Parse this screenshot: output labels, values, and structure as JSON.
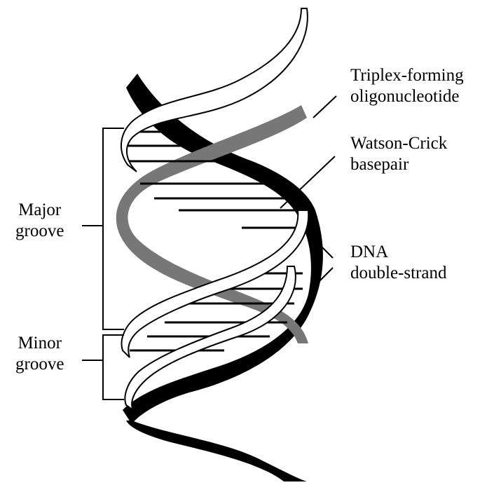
{
  "labels": {
    "triplex": {
      "line1": "Triplex-forming",
      "line2": "oligonucleotide"
    },
    "watson_crick": {
      "line1": "Watson-Crick",
      "line2": "basepair"
    },
    "major_groove": {
      "line1": "Major",
      "line2": "groove"
    },
    "dna": {
      "line1": "DNA",
      "line2": "double-strand"
    },
    "minor_groove": {
      "line1": "Minor",
      "line2": "groove"
    }
  },
  "colors": {
    "black_strand": "#000000",
    "white_strand_fill": "#ffffff",
    "white_strand_outline": "#000000",
    "triplex_strand": "#777777",
    "text": "#000000"
  }
}
